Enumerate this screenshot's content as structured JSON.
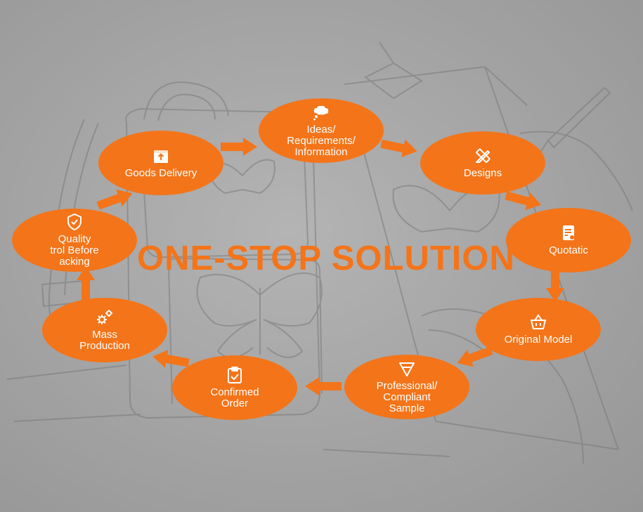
{
  "diagram": {
    "title": "ONE-STOP SOLUTION",
    "accent_color": "#f47419",
    "steps": [
      {
        "id": "ideas",
        "label": "Ideas/\nRequirements/\nInformation",
        "icon": "thought-bubble-icon"
      },
      {
        "id": "designs",
        "label": "Designs",
        "icon": "pencil-ruler-icon"
      },
      {
        "id": "quotation",
        "label": "Quotatic",
        "icon": "document-icon"
      },
      {
        "id": "original-model",
        "label": "Original Model",
        "icon": "basket-icon"
      },
      {
        "id": "sample",
        "label": "Professional/\nCompliant\nSample",
        "icon": "diamond-icon"
      },
      {
        "id": "confirmed-order",
        "label": "Confirmed\nOrder",
        "icon": "clipboard-check-icon"
      },
      {
        "id": "mass-production",
        "label": "Mass\nProduction",
        "icon": "gears-icon"
      },
      {
        "id": "quality-control",
        "label": "Quality\ntrol Before\nacking",
        "icon": "shield-check-icon"
      },
      {
        "id": "goods-delivery",
        "label": "Goods Delivery",
        "icon": "package-icon"
      }
    ]
  }
}
